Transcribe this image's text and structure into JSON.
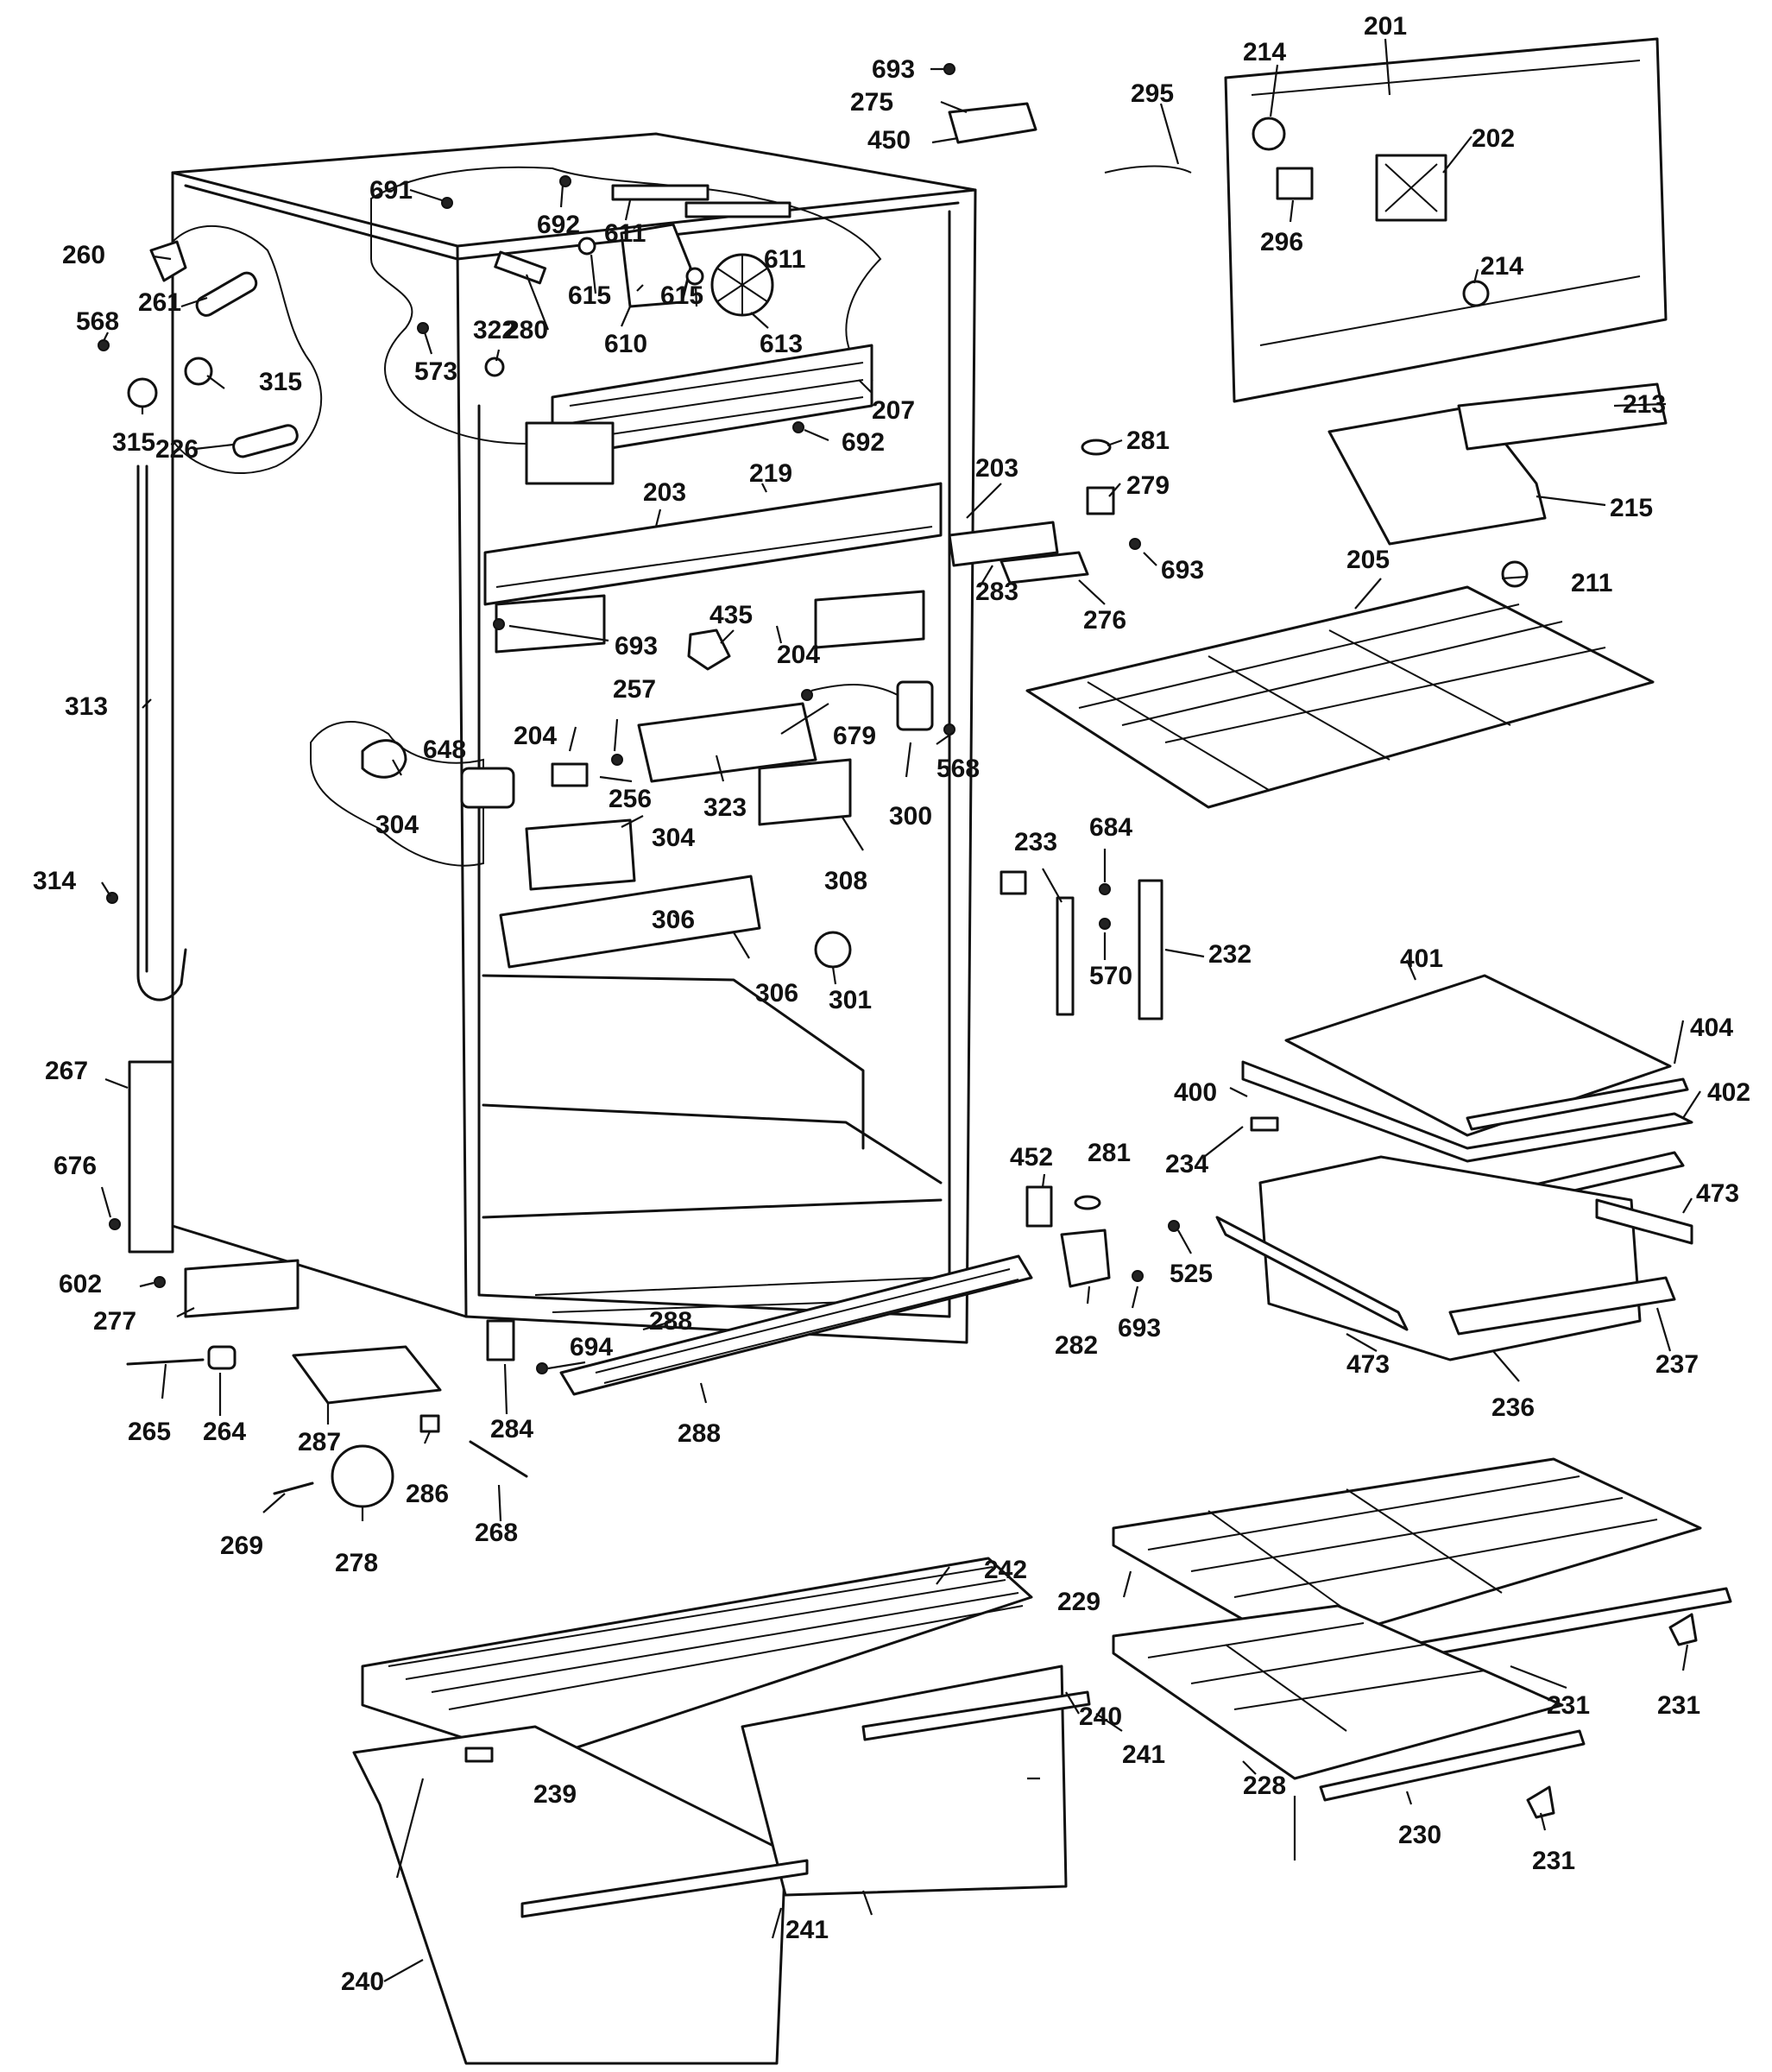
{
  "labels": [
    {
      "id": "l1",
      "text": "693"
    },
    {
      "id": "l2",
      "text": "275"
    },
    {
      "id": "l3",
      "text": "450"
    },
    {
      "id": "l4",
      "text": "214"
    },
    {
      "id": "l5",
      "text": "201"
    },
    {
      "id": "l6",
      "text": "295"
    },
    {
      "id": "l7",
      "text": "202"
    },
    {
      "id": "l8",
      "text": "296"
    },
    {
      "id": "l9",
      "text": "214"
    },
    {
      "id": "l10",
      "text": "691"
    },
    {
      "id": "l11",
      "text": "692"
    },
    {
      "id": "l12",
      "text": "611"
    },
    {
      "id": "l13",
      "text": "611"
    },
    {
      "id": "l14",
      "text": "260"
    },
    {
      "id": "l15",
      "text": "615"
    },
    {
      "id": "l16",
      "text": "615"
    },
    {
      "id": "l17",
      "text": "280"
    },
    {
      "id": "l18",
      "text": "610"
    },
    {
      "id": "l19",
      "text": "613"
    },
    {
      "id": "l20",
      "text": "261"
    },
    {
      "id": "l21",
      "text": "568"
    },
    {
      "id": "l22",
      "text": "322"
    },
    {
      "id": "l23",
      "text": "573"
    },
    {
      "id": "l24",
      "text": "315"
    },
    {
      "id": "l25",
      "text": "315"
    },
    {
      "id": "l26",
      "text": "226"
    },
    {
      "id": "l27",
      "text": "207"
    },
    {
      "id": "l28",
      "text": "692"
    },
    {
      "id": "l29",
      "text": "213"
    },
    {
      "id": "l30",
      "text": "281"
    },
    {
      "id": "l31",
      "text": "279"
    },
    {
      "id": "l32",
      "text": "215"
    },
    {
      "id": "l33",
      "text": "219"
    },
    {
      "id": "l34",
      "text": "203"
    },
    {
      "id": "l35",
      "text": "203"
    },
    {
      "id": "l36",
      "text": "693"
    },
    {
      "id": "l37",
      "text": "205"
    },
    {
      "id": "l38",
      "text": "211"
    },
    {
      "id": "l39",
      "text": "283"
    },
    {
      "id": "l40",
      "text": "276"
    },
    {
      "id": "l41",
      "text": "693"
    },
    {
      "id": "l42",
      "text": "435"
    },
    {
      "id": "l43",
      "text": "204"
    },
    {
      "id": "l44",
      "text": "313"
    },
    {
      "id": "l45",
      "text": "257"
    },
    {
      "id": "l46",
      "text": "648"
    },
    {
      "id": "l47",
      "text": "204"
    },
    {
      "id": "l48",
      "text": "679"
    },
    {
      "id": "l49",
      "text": "568"
    },
    {
      "id": "l50",
      "text": "256"
    },
    {
      "id": "l51",
      "text": "323"
    },
    {
      "id": "l52",
      "text": "300"
    },
    {
      "id": "l53",
      "text": "304"
    },
    {
      "id": "l54",
      "text": "304"
    },
    {
      "id": "l55",
      "text": "308"
    },
    {
      "id": "l56",
      "text": "233"
    },
    {
      "id": "l57",
      "text": "684"
    },
    {
      "id": "l58",
      "text": "314"
    },
    {
      "id": "l59",
      "text": "306"
    },
    {
      "id": "l60",
      "text": "232"
    },
    {
      "id": "l61",
      "text": "570"
    },
    {
      "id": "l62",
      "text": "306"
    },
    {
      "id": "l63",
      "text": "301"
    },
    {
      "id": "l64",
      "text": "401"
    },
    {
      "id": "l65",
      "text": "404"
    },
    {
      "id": "l66",
      "text": "267"
    },
    {
      "id": "l67",
      "text": "400"
    },
    {
      "id": "l68",
      "text": "402"
    },
    {
      "id": "l69",
      "text": "281"
    },
    {
      "id": "l70",
      "text": "234"
    },
    {
      "id": "l71",
      "text": "676"
    },
    {
      "id": "l72",
      "text": "452"
    },
    {
      "id": "l73",
      "text": "473"
    },
    {
      "id": "l74",
      "text": "525"
    },
    {
      "id": "l75",
      "text": "602"
    },
    {
      "id": "l76",
      "text": "277"
    },
    {
      "id": "l77",
      "text": "288"
    },
    {
      "id": "l78",
      "text": "694"
    },
    {
      "id": "l79",
      "text": "282"
    },
    {
      "id": "l80",
      "text": "693"
    },
    {
      "id": "l81",
      "text": "473"
    },
    {
      "id": "l82",
      "text": "237"
    },
    {
      "id": "l83",
      "text": "265"
    },
    {
      "id": "l84",
      "text": "264"
    },
    {
      "id": "l85",
      "text": "287"
    },
    {
      "id": "l86",
      "text": "284"
    },
    {
      "id": "l87",
      "text": "288"
    },
    {
      "id": "l88",
      "text": "236"
    },
    {
      "id": "l89",
      "text": "286"
    },
    {
      "id": "l90",
      "text": "269"
    },
    {
      "id": "l91",
      "text": "278"
    },
    {
      "id": "l92",
      "text": "268"
    },
    {
      "id": "l93",
      "text": "242"
    },
    {
      "id": "l94",
      "text": "229"
    },
    {
      "id": "l95",
      "text": "240"
    },
    {
      "id": "l96",
      "text": "231"
    },
    {
      "id": "l97",
      "text": "231"
    },
    {
      "id": "l98",
      "text": "241"
    },
    {
      "id": "l99",
      "text": "228"
    },
    {
      "id": "l100",
      "text": "239"
    },
    {
      "id": "l101",
      "text": "230"
    },
    {
      "id": "l102",
      "text": "231"
    },
    {
      "id": "l103",
      "text": "241"
    },
    {
      "id": "l104",
      "text": "240"
    }
  ]
}
